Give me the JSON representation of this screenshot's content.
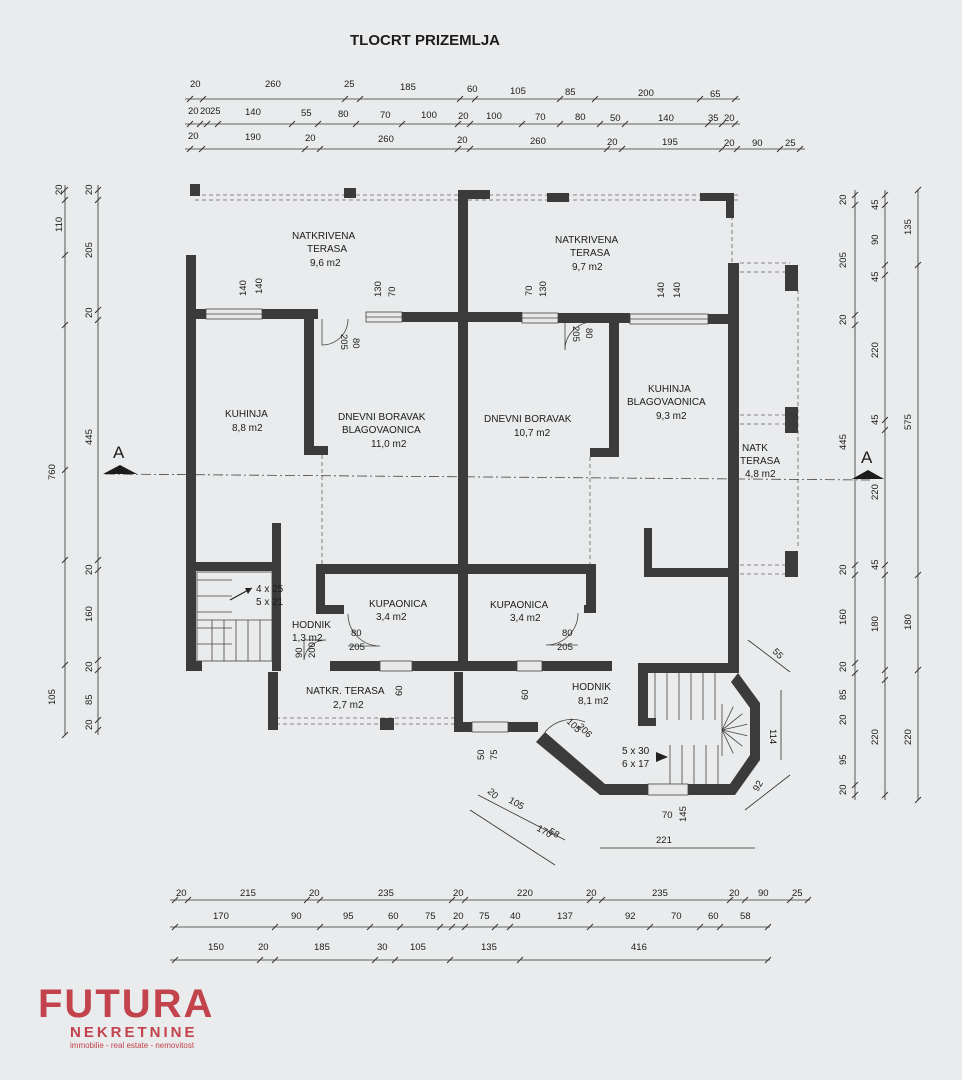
{
  "title": "TLOCRT PRIZEMLJA",
  "rooms": {
    "ter1_a": "NATKRIVENA",
    "ter1_b": "TERASA",
    "ter1_area": "9,6 m2",
    "ter2_a": "NATKRIVENA",
    "ter2_b": "TERASA",
    "ter2_area": "9,7 m2",
    "kuh1": "KUHINJA",
    "kuh1_area": "8,8 m2",
    "dnevni1_a": "DNEVNI BORAVAK",
    "dnevni1_b": "BLAGOVAONICA",
    "dnevni1_area": "11,0 m2",
    "dnevni2": "DNEVNI BORAVAK",
    "dnevni2_area": "10,7 m2",
    "kuh2_a": "KUHINJA",
    "kuh2_b": "BLAGOVAONICA",
    "kuh2_area": "9,3 m2",
    "natk_a": "NATK",
    "natk_b": "TERASA",
    "natk_area": "4,8 m2",
    "kup1": "KUPAONICA",
    "kup1_area": "3,4 m2",
    "kup2": "KUPAONICA",
    "kup2_area": "3,4 m2",
    "hod1": "HODNIK",
    "hod1_area": "1,3 m2",
    "natkr": "NATKR. TERASA",
    "natkr_area": "2,7 m2",
    "hod2": "HODNIK",
    "hod2_area": "8,1 m2"
  },
  "section_marker": "A",
  "stairs": {
    "s1_a": "4 x 25",
    "s1_b": "5 x 21",
    "s2_a": "5 x 30",
    "s2_b": "6 x 17"
  },
  "dims": {
    "top1": [
      "20",
      "260",
      "25",
      "185",
      "60",
      "105",
      "85",
      "200",
      "65"
    ],
    "top2": [
      "20",
      "20",
      "25",
      "140",
      "55",
      "80",
      "70",
      "100",
      "20",
      "100",
      "70",
      "80",
      "50",
      "140",
      "35",
      "20"
    ],
    "top3": [
      "20",
      "190",
      "20",
      "260",
      "20",
      "260",
      "20",
      "195",
      "20",
      "90",
      "25"
    ],
    "bot1": [
      "20",
      "215",
      "20",
      "235",
      "20",
      "220",
      "20",
      "235",
      "20",
      "90",
      "25"
    ],
    "bot2": [
      "170",
      "90",
      "95",
      "60",
      "75",
      "20",
      "75",
      "40",
      "137",
      "92",
      "70",
      "60",
      "58"
    ],
    "bot3": [
      "150",
      "20",
      "185",
      "30",
      "105",
      "135",
      "416"
    ],
    "left1": [
      "20",
      "110",
      "205",
      "20",
      "445",
      "20",
      "160",
      "20",
      "85",
      "20"
    ],
    "left_total": [
      "760",
      "105"
    ],
    "right1": [
      "20",
      "205",
      "20",
      "445",
      "20",
      "160",
      "20",
      "85",
      "20",
      "95",
      "20"
    ],
    "right2": [
      "45",
      "90",
      "45",
      "220",
      "45",
      "220",
      "45",
      "180",
      "220"
    ],
    "right3": [
      "135",
      "575",
      "180",
      "220"
    ],
    "openings": [
      "140",
      "140",
      "130",
      "70",
      "80",
      "205",
      "70",
      "130",
      "80",
      "205",
      "140",
      "140",
      "80",
      "205",
      "80",
      "205",
      "90",
      "200",
      "60",
      "60",
      "105",
      "206",
      "75",
      "50",
      "70",
      "145",
      "114",
      "92",
      "55",
      "221",
      "105",
      "170",
      "58",
      "20"
    ]
  },
  "logo": {
    "main": "FUTURA",
    "sub": "NEKRETNINE",
    "tagline": "immobilie - real estate - nemovitost"
  }
}
